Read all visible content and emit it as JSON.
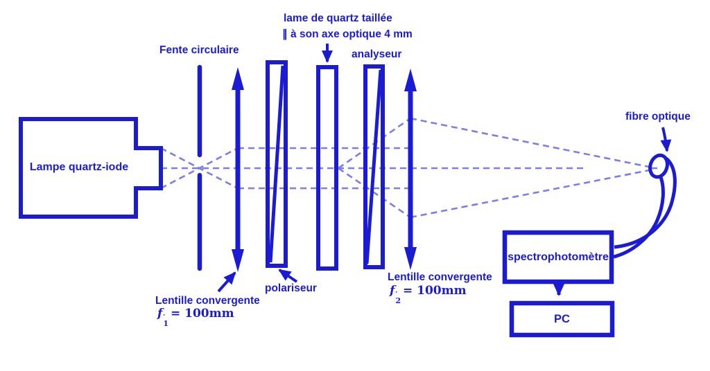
{
  "colors": {
    "ink": "#1b1bd6",
    "ray": "#7d7de8",
    "background": "#ffffff"
  },
  "labels": {
    "lamp": "Lampe quartz-iode",
    "slit": "Fente circulaire",
    "quartz_line1": "lame de quartz taillée",
    "quartz_line2": "∥ à son axe optique 4 mm",
    "analyzer": "analyseur",
    "fiber": "fibre optique",
    "polarizer": "polariseur",
    "lens1": {
      "name": "Lentille convergente",
      "f": "f",
      "prime": "′",
      "sub": "1",
      "eq": "= 100mm"
    },
    "lens2": {
      "name": "Lentille convergente",
      "f": "f",
      "prime": "′",
      "sub": "2",
      "eq": "= 100mm"
    },
    "spectrophotometer": "spectrophotomètre",
    "pc": "PC"
  }
}
